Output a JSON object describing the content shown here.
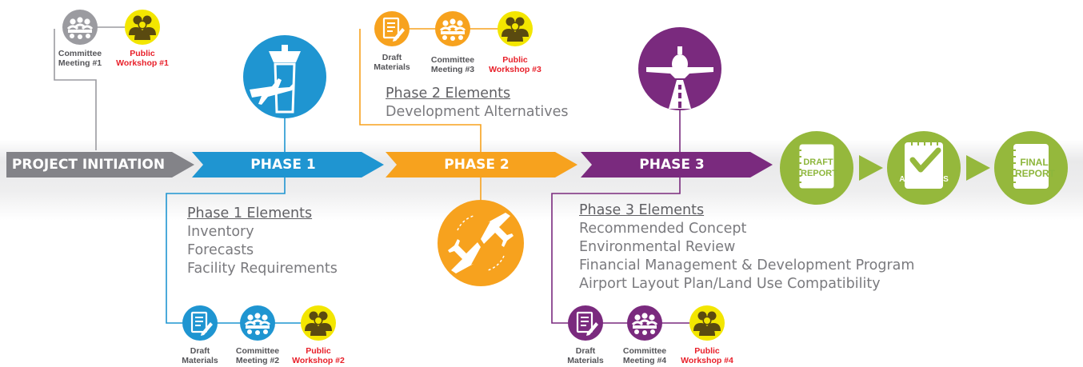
{
  "colors": {
    "gray": "#8a8a8e",
    "blue": "#1f95d1",
    "orange": "#f7a21e",
    "purple": "#7a2a7e",
    "yellow": "#f3e600",
    "green": "#95b83c",
    "red": "#e8202a"
  },
  "initiation": {
    "arrow_label": "PROJECT INITIATION",
    "meetings": [
      {
        "icon": "committee-icon",
        "line1": "Committee",
        "line2": "Meeting #1",
        "color": "gray"
      },
      {
        "icon": "public-workshop-icon",
        "line1": "Public",
        "line2": "Workshop #1",
        "color": "red"
      }
    ]
  },
  "phase1": {
    "arrow_label": "PHASE 1",
    "icon": "control-tower-icon",
    "elements_title": "Phase 1 Elements",
    "elements": [
      "Inventory",
      "Forecasts",
      "Facility Requirements"
    ],
    "meetings": [
      {
        "icon": "draft-materials-icon",
        "line1": "Draft",
        "line2": "Materials",
        "color": "gray"
      },
      {
        "icon": "committee-icon",
        "line1": "Committee",
        "line2": "Meeting #2",
        "color": "gray"
      },
      {
        "icon": "public-workshop-icon",
        "line1": "Public",
        "line2": "Workshop #2",
        "color": "red"
      }
    ]
  },
  "phase2": {
    "arrow_label": "PHASE 2",
    "icon": "airplanes-cycle-icon",
    "elements_title": "Phase 2 Elements",
    "elements": [
      "Development Alternatives"
    ],
    "meetings": [
      {
        "icon": "draft-materials-icon",
        "line1": "Draft",
        "line2": "Materials",
        "color": "gray"
      },
      {
        "icon": "committee-icon",
        "line1": "Committee",
        "line2": "Meeting #3",
        "color": "gray"
      },
      {
        "icon": "public-workshop-icon",
        "line1": "Public",
        "line2": "Workshop #3",
        "color": "red"
      }
    ]
  },
  "phase3": {
    "arrow_label": "PHASE 3",
    "icon": "airplane-runway-icon",
    "elements_title": "Phase 3 Elements",
    "elements": [
      "Recommended Concept",
      "Environmental Review",
      "Financial Management & Development Program",
      "Airport Layout Plan/Land Use Compatibility"
    ],
    "meetings": [
      {
        "icon": "draft-materials-icon",
        "line1": "Draft",
        "line2": "Materials",
        "color": "gray"
      },
      {
        "icon": "committee-icon",
        "line1": "Committee",
        "line2": "Meeting #4",
        "color": "gray"
      },
      {
        "icon": "public-workshop-icon",
        "line1": "Public",
        "line2": "Workshop #4",
        "color": "red"
      }
    ]
  },
  "outcomes": {
    "draft_report": {
      "line1": "DRAFT",
      "line2": "REPORT"
    },
    "approvals": {
      "label": "APPROVALS"
    },
    "final_report": {
      "line1": "FINAL",
      "line2": "REPORT"
    }
  }
}
